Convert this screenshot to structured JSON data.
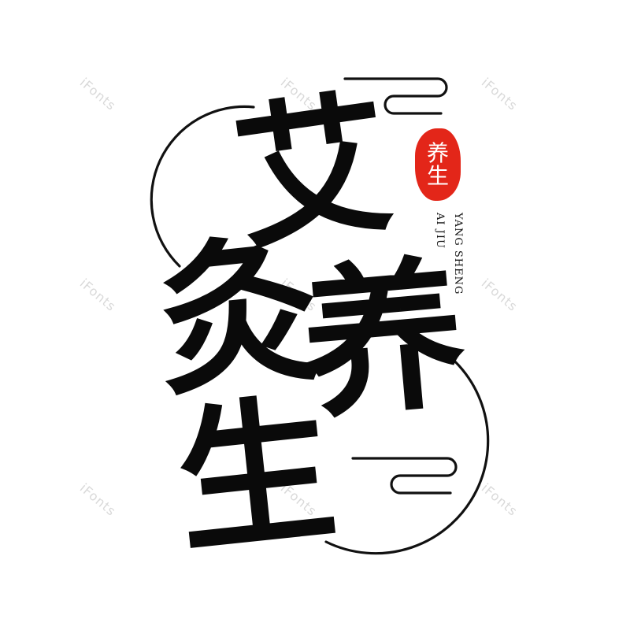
{
  "title": {
    "char1": "艾",
    "char2": "灸",
    "char3": "养",
    "char4": "生"
  },
  "seal": {
    "char1": "养",
    "char2": "生",
    "color": "#e32619"
  },
  "pinyin": {
    "line1": "YANG SHENG",
    "line2": "AI JIU"
  },
  "watermark": {
    "text": "iFonts"
  },
  "colors": {
    "ink": "#0a0a0a",
    "watermark": "#d9d9d9"
  }
}
